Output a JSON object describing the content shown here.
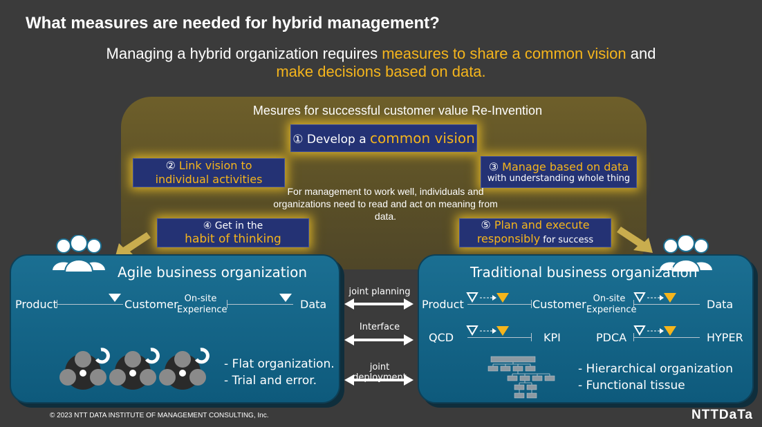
{
  "title": "What measures are needed for hybrid management?",
  "subtitle": {
    "part1": "Managing a hybrid organization requires ",
    "highlight1": "measures to share a common vision",
    "part2": " and",
    "highlight2": "make decisions based on data."
  },
  "panel": {
    "title": "Mesures for successful customer value Re-Invention",
    "m1": {
      "prefix": "① Develop a ",
      "highlight": "common vision"
    },
    "m2": {
      "num": "② ",
      "line1": "Link vision to",
      "line2": "individual activities"
    },
    "m3": {
      "num": "③ ",
      "highlight": "Manage based on data",
      "rest": "with understanding whole thing"
    },
    "m4": {
      "line1": "④ Get in the",
      "highlight": "habit of thinking"
    },
    "m5": {
      "num": "⑤ ",
      "highlight1": "Plan and execute",
      "highlight2": "responsibly",
      "rest": " for success"
    },
    "center_text": "For management to work well, individuals and organizations need to read and act on meaning from data."
  },
  "agile": {
    "title": "Agile business organization",
    "product": "Product",
    "customer": "Customer",
    "onsite": "On-site Experience",
    "data": "Data",
    "bullets": [
      "- Flat organization.",
      "- Trial and error."
    ]
  },
  "links": [
    "joint planning",
    "Interface",
    "joint deployment"
  ],
  "traditional": {
    "title": "Traditional business organization",
    "product": "Product",
    "customer": "Customer",
    "onsite": "On-site Experience",
    "data": "Data",
    "qcd": "QCD",
    "kpi": "KPI",
    "pdca": "PDCA",
    "hyper": "HYPER",
    "bullets": [
      "- Hierarchical organization",
      "- Functional tissue"
    ]
  },
  "footer": "© 2023 NTT DATA INSTITUTE OF MANAGEMENT CONSULTING, Inc.",
  "logo": "NTTDaTa",
  "colors": {
    "background": "#3b3b3b",
    "accent": "#f5b51c",
    "box": "#243274",
    "org": "#1b6f92"
  }
}
